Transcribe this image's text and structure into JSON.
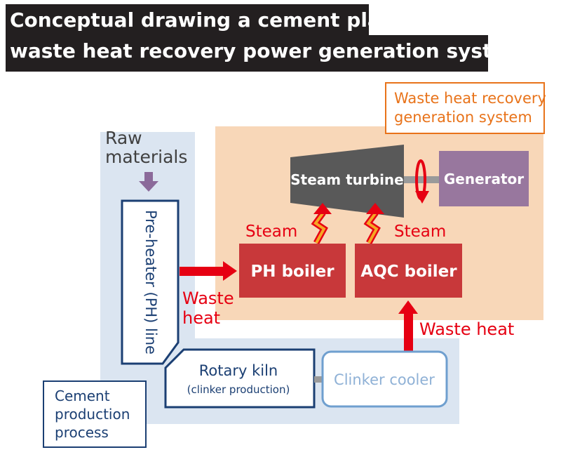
{
  "title": {
    "line1": "Conceptual drawing a cement plant",
    "line2": "waste heat recovery power generation system"
  },
  "labels": {
    "whr_system_line1": "Waste heat recovery",
    "whr_system_line2": "generation system",
    "raw_line1": "Raw",
    "raw_line2": "materials",
    "preheater": "Pre-heater (PH) line",
    "steam_turbine": "Steam turbine",
    "generator": "Generator",
    "steam_left": "Steam",
    "steam_right": "Steam",
    "ph_boiler": "PH boiler",
    "aqc_boiler": "AQC boiler",
    "waste_heat_left_line1": "Waste",
    "waste_heat_left_line2": "heat",
    "waste_heat_right": "Waste heat",
    "rotary_kiln": "Rotary kiln",
    "rotary_kiln_sub": "(clinker production)",
    "clinker_cooler": "Clinker cooler",
    "cement_line1": "Cement",
    "cement_line2": "production",
    "cement_line3": "process"
  },
  "colors": {
    "title_bg": "#231f20",
    "cement_area": "#dbe5f1",
    "whr_area": "#f8d7b8",
    "boiler": "#c8383a",
    "turbine": "#595959",
    "generator": "#98779e",
    "navy": "#1b3f73",
    "orange_text": "#e8731a",
    "red_text": "#e60012",
    "arrow_red": "#e60012",
    "raw_arrow": "#8b6a9a",
    "cooler_border": "#6f9fcf",
    "cooler_text": "#8fb1d6"
  }
}
